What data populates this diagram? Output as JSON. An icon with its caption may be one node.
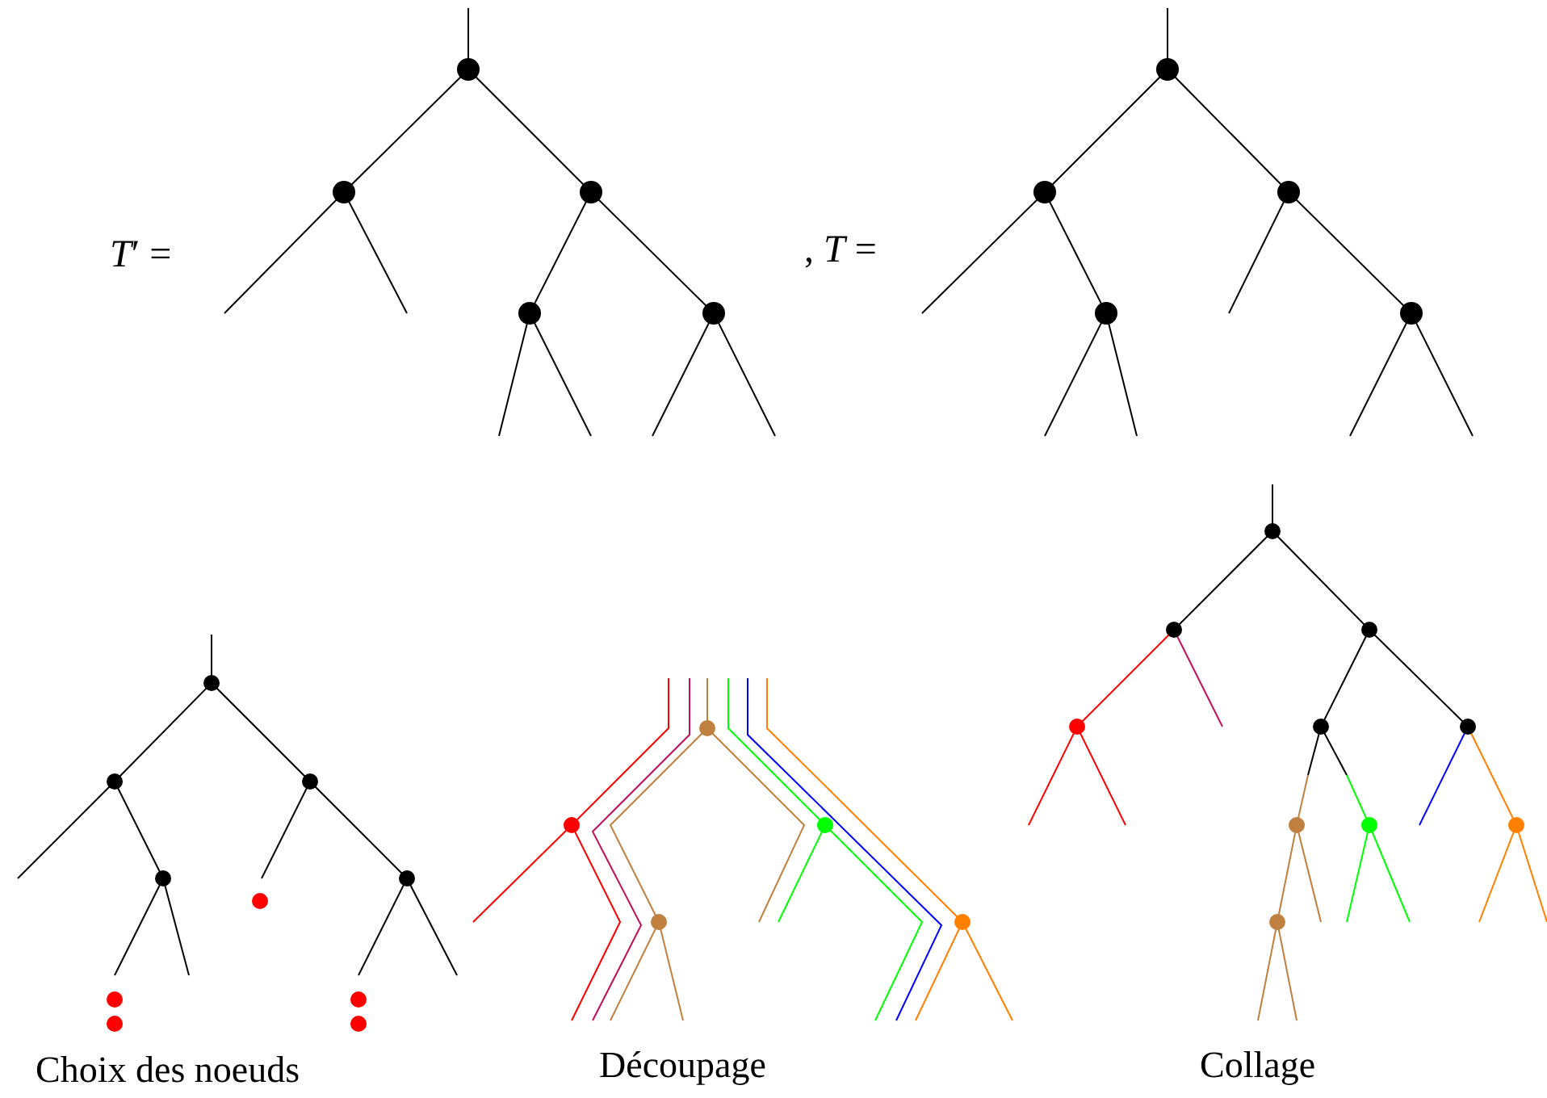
{
  "diagram": {
    "labels": [
      "*T*′ =",
      ", *T* =",
      "Choix des noeuds",
      "Découpage",
      "Collage"
    ]
  }
}
